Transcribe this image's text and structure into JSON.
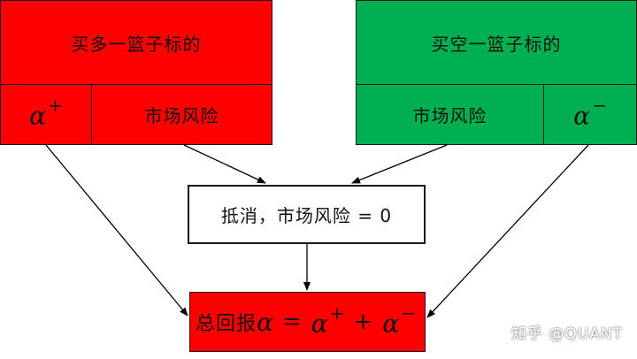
{
  "diagram": {
    "long_basket": {
      "title": "买多一篮子标的",
      "alpha_symbol": "α",
      "alpha_sign": "+",
      "market_risk": "市场风险"
    },
    "short_basket": {
      "title": "买空一篮子标的",
      "market_risk": "市场风险",
      "alpha_symbol": "α",
      "alpha_sign": "−"
    },
    "offset": {
      "text": "抵消，市场风险 = 0"
    },
    "total_return": {
      "label": "总回报",
      "alpha_symbol": "α",
      "equals": "=",
      "plus": "+",
      "term1_symbol": "α",
      "term1_sign": "+",
      "term2_symbol": "α",
      "term2_sign": "−"
    }
  },
  "watermark": "知乎 @QUANT",
  "colors": {
    "long": "#ff0000",
    "short": "#00b050",
    "neutral": "#ffffff"
  }
}
